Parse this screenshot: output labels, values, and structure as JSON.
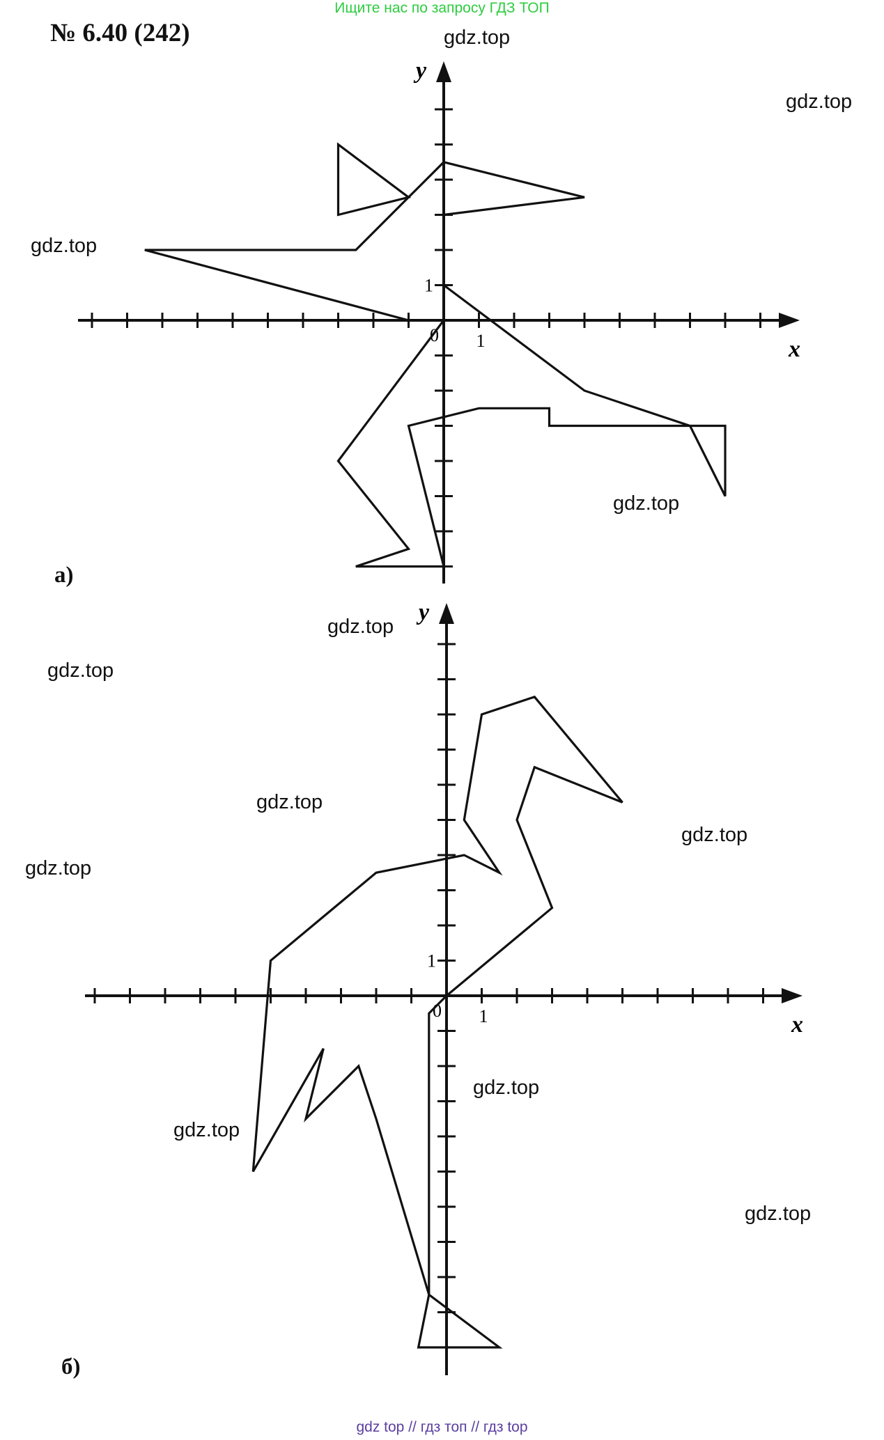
{
  "header": {
    "banner": "Ищите нас по запросу ГДЗ ТОП",
    "problem": "№ 6.40 (242)"
  },
  "watermarks": [
    "gdz.top",
    "gdz.top",
    "gdz.top",
    "gdz.top",
    "gdz.top",
    "gdz.top",
    "gdz.top",
    "gdz.top",
    "gdz.top",
    "gdz.top",
    "gdz.top",
    "gdz.top"
  ],
  "footer": {
    "text": "gdz top  //  гдз топ  //  гдз top"
  },
  "figures": [
    {
      "label": "а)",
      "xlabel": "x",
      "ylabel": "y",
      "origin": "0",
      "xone": "1",
      "yone": "1"
    },
    {
      "label": "б)",
      "xlabel": "x",
      "ylabel": "y",
      "origin": "0",
      "xone": "1",
      "yone": "1"
    }
  ],
  "chart_data": [
    {
      "type": "line",
      "xlim": [
        -10,
        10
      ],
      "ylim": [
        -7,
        7
      ],
      "grid": false,
      "series": [
        {
          "closed": false,
          "points": [
            [
              0,
              1
            ],
            [
              4,
              -2
            ],
            [
              7,
              -3
            ],
            [
              8,
              -3
            ],
            [
              8,
              -5
            ],
            [
              7,
              -3
            ],
            [
              3,
              -3
            ],
            [
              3,
              -2.5
            ],
            [
              1,
              -2.5
            ],
            [
              -1,
              -3
            ],
            [
              0,
              -7
            ],
            [
              -2.5,
              -7
            ],
            [
              -1,
              -6.5
            ],
            [
              -3,
              -4
            ],
            [
              0,
              0
            ],
            [
              -1,
              0
            ],
            [
              -8.5,
              2
            ],
            [
              -2.5,
              2
            ],
            [
              -1,
              3.5
            ],
            [
              0,
              4.5
            ],
            [
              4,
              3.5
            ],
            [
              0,
              3
            ]
          ]
        },
        {
          "closed": true,
          "points": [
            [
              -1,
              3.5
            ],
            [
              -3,
              5
            ],
            [
              -3,
              3
            ]
          ]
        }
      ]
    },
    {
      "type": "line",
      "xlim": [
        -10,
        10
      ],
      "ylim": [
        -11,
        11
      ],
      "grid": false,
      "series": [
        {
          "closed": false,
          "points": [
            [
              0,
              0
            ],
            [
              3,
              2.5
            ],
            [
              2,
              5
            ],
            [
              2.5,
              6.5
            ],
            [
              5,
              5.5
            ],
            [
              2.5,
              8.5
            ],
            [
              1,
              8
            ],
            [
              0.5,
              5
            ],
            [
              1.5,
              3.5
            ],
            [
              0.5,
              4
            ],
            [
              -2,
              3.5
            ],
            [
              -5,
              1
            ],
            [
              -5.5,
              -5
            ],
            [
              -3.5,
              -1.5
            ],
            [
              -4,
              -3.5
            ],
            [
              -2.5,
              -2
            ],
            [
              -2,
              -3.5
            ],
            [
              -0.5,
              -8.5
            ],
            [
              1.5,
              -10
            ],
            [
              -0.8,
              -10
            ],
            [
              -0.5,
              -8.5
            ],
            [
              -0.5,
              -0.5
            ],
            [
              0,
              0
            ]
          ]
        }
      ]
    }
  ]
}
